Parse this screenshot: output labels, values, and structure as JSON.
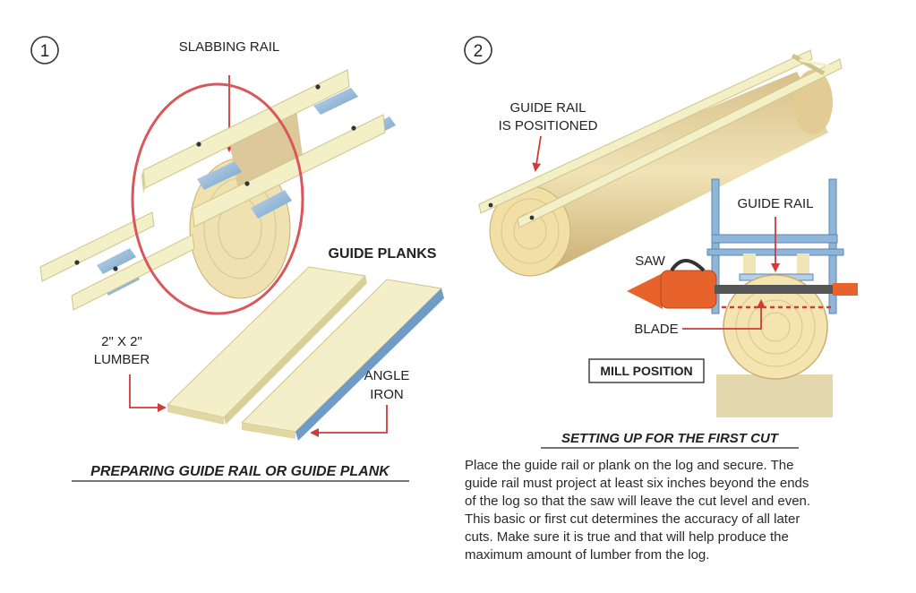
{
  "panel1": {
    "number": "1",
    "labels": {
      "slabbing_rail": "SLABBING RAIL",
      "guide_planks": "GUIDE PLANKS",
      "lumber_line1": "2\" X 2\"",
      "lumber_line2": "LUMBER",
      "angle_line1": "ANGLE",
      "angle_line2": "IRON"
    },
    "caption": "PREPARING GUIDE RAIL OR GUIDE PLANK"
  },
  "panel2": {
    "number": "2",
    "labels": {
      "guide_rail_positioned_line1": "GUIDE RAIL",
      "guide_rail_positioned_line2": "IS POSITIONED",
      "guide_rail": "GUIDE RAIL",
      "saw": "SAW",
      "blade": "BLADE",
      "mill_position": "MILL POSITION"
    },
    "caption": "SETTING UP FOR THE FIRST CUT",
    "paragraph_lines": [
      "Place the guide rail or plank on the log and secure. The",
      "guide rail must project at least six inches beyond the ends",
      "of the log so that the saw will leave the cut level and even.",
      "This basic or first cut determines the accuracy of all later",
      "cuts. Make sure it is true and that will help produce the",
      "maximum amount of lumber from the log."
    ]
  },
  "colors": {
    "wood": "#f1ecc0",
    "steel": "#8fb6d8",
    "highlight_circle": "#d9575a",
    "arrow": "#cf3a3a",
    "saw_orange": "#e8632b"
  }
}
